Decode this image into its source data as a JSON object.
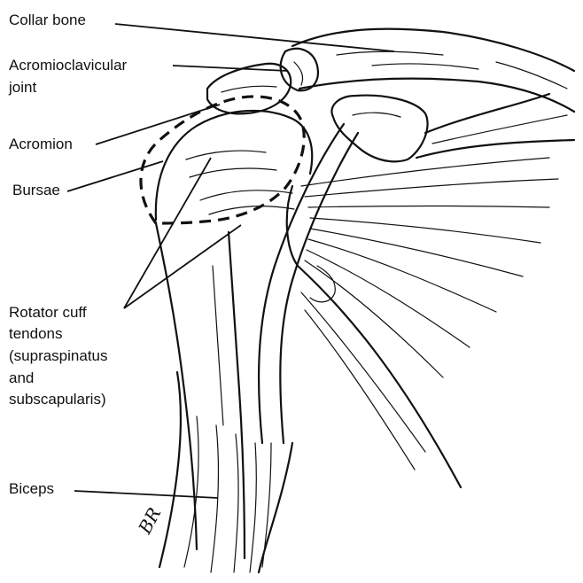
{
  "diagram": {
    "labels": {
      "collar_bone": "Collar bone",
      "ac_joint_line1": "Acromioclavicular",
      "ac_joint_line2": "joint",
      "acromion": "Acromion",
      "bursae": "Bursae",
      "rotator_line1": "Rotator cuff",
      "rotator_line2": "tendons",
      "rotator_line3": "(supraspinatus",
      "rotator_line4": "and",
      "rotator_line5": "subscapularis)",
      "biceps": "Biceps"
    },
    "signature": "BR"
  }
}
